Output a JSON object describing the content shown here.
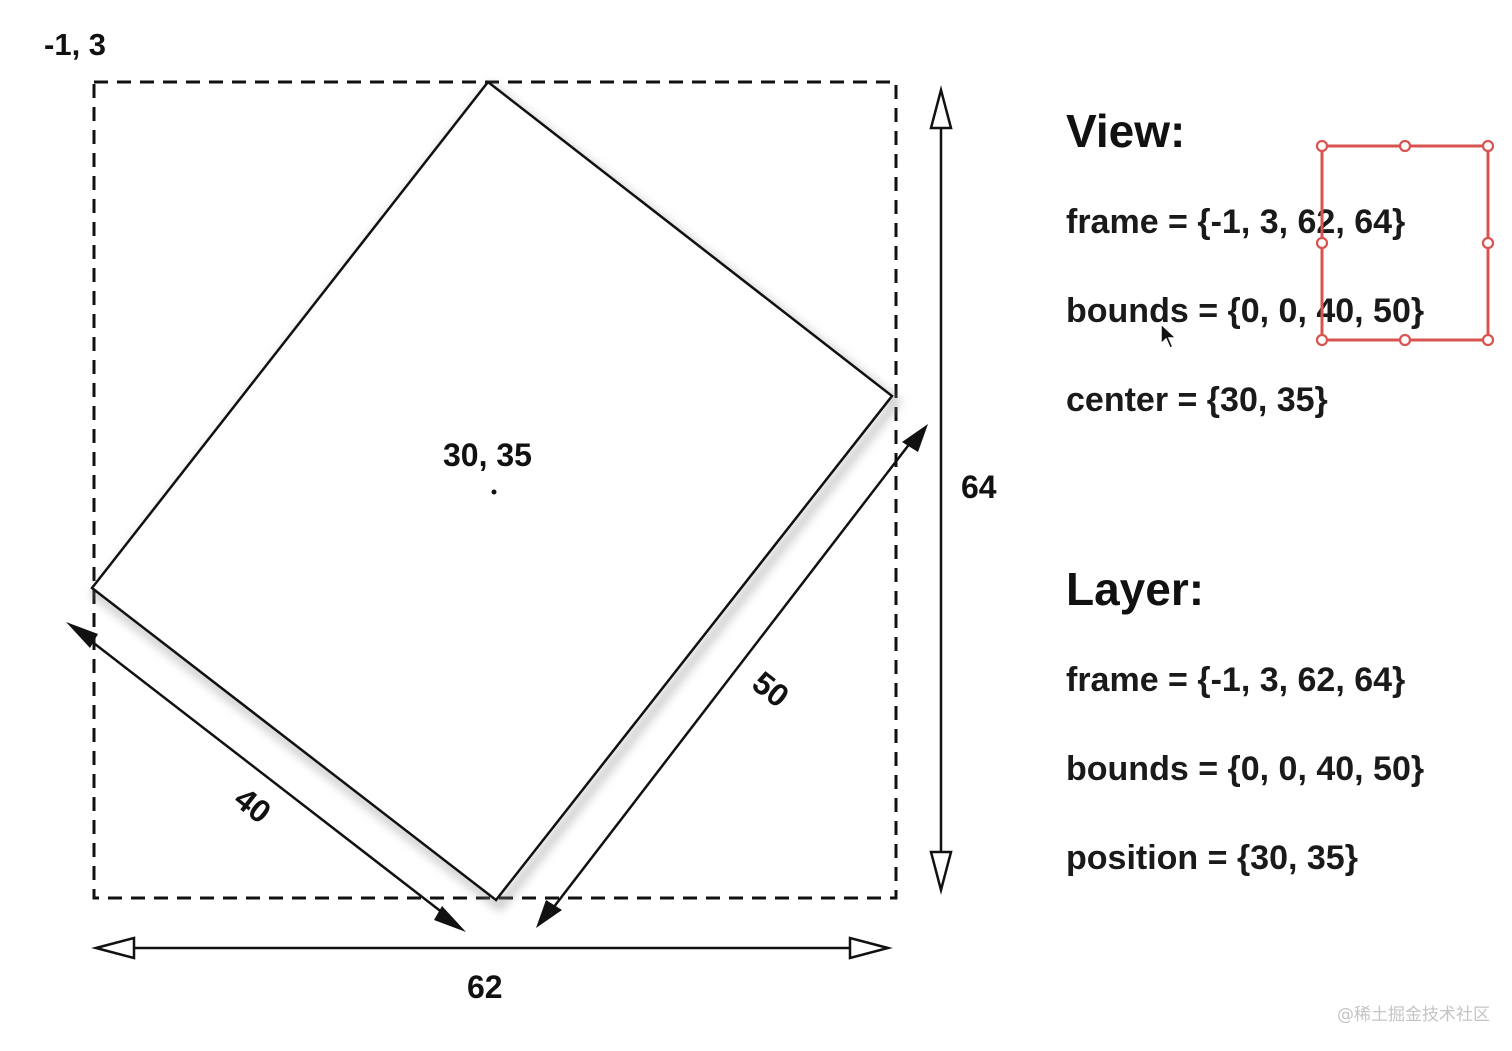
{
  "diagram": {
    "corner_label": "-1, 3",
    "center_label": "30, 35",
    "width_label": "62",
    "height_label": "64",
    "side_label_40": "40",
    "side_label_50": "50",
    "selection_color": "#d9534f"
  },
  "view": {
    "heading": "View:",
    "frame": "frame = {-1, 3, 62, 64}",
    "bounds": "bounds = {0, 0, 40, 50}",
    "center": "center = {30, 35}"
  },
  "layer": {
    "heading": "Layer:",
    "frame": "frame = {-1, 3, 62, 64}",
    "bounds": "bounds = {0, 0, 40, 50}",
    "position": "position = {30, 35}"
  },
  "watermark": "@稀土掘金技术社区"
}
